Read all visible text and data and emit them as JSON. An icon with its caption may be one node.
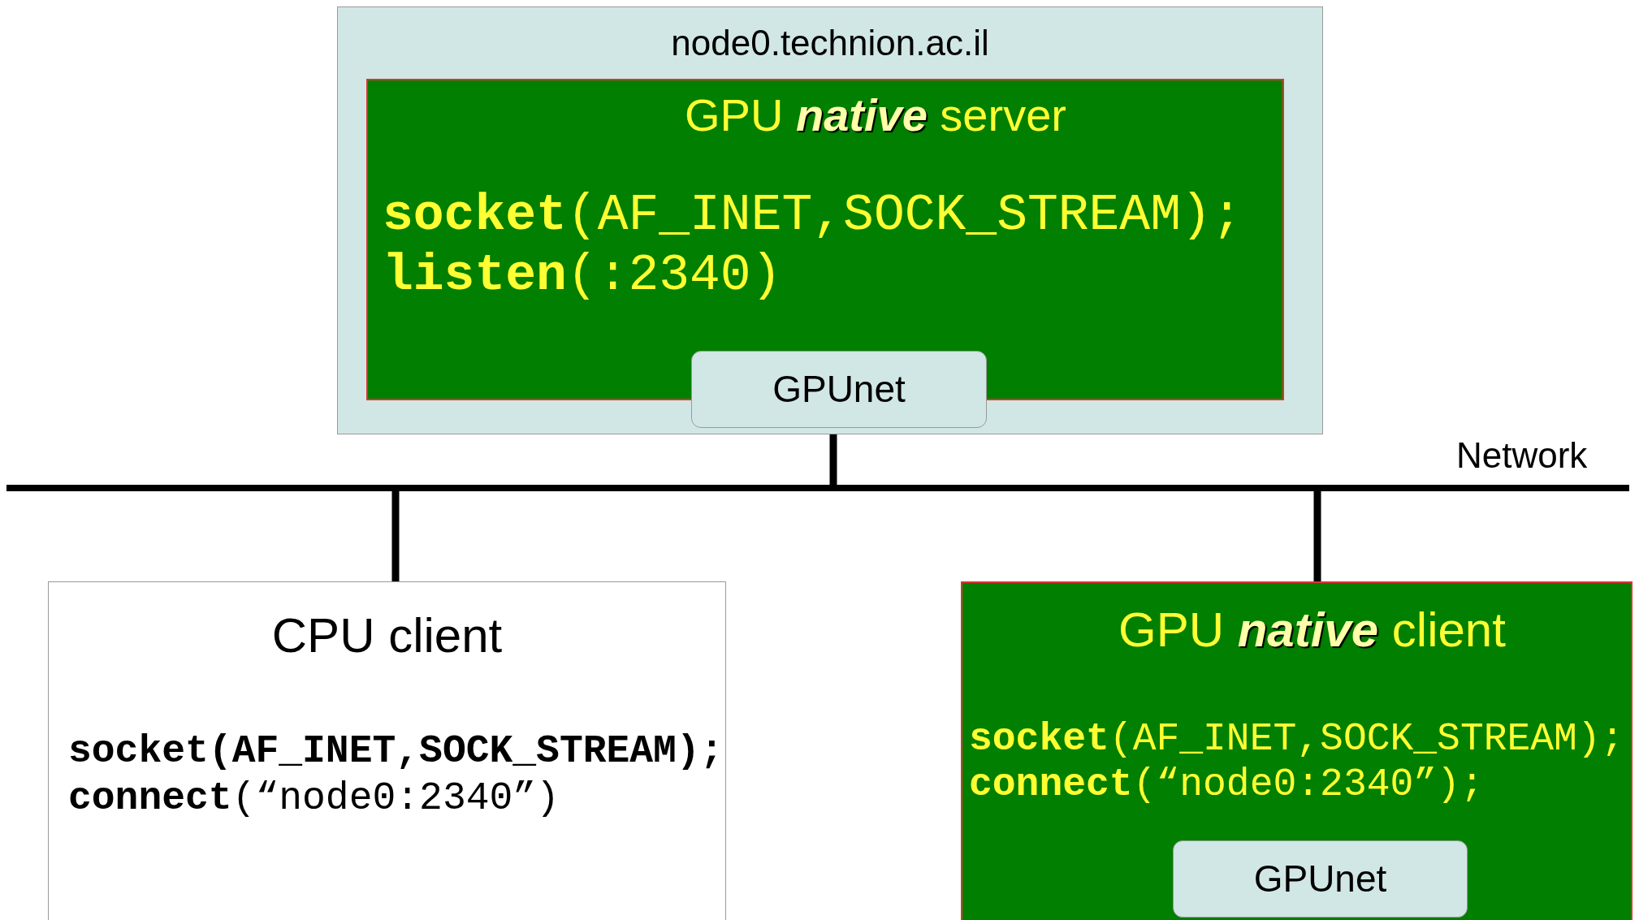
{
  "diagram": {
    "nodes": [
      {
        "text": [
          "node0.technion.ac.il"
        ]
      },
      {
        "text": [
          "GPU *native* server",
          "**socket**(AF_INET,SOCK_STREAM);",
          "**listen**(:2340)"
        ],
        "in": 0
      },
      {
        "text": [
          "GPUnet"
        ],
        "in": 0
      },
      {
        "text": [],
        "shape": "bar",
        "beside": [
          "Network"
        ]
      },
      {
        "text": [
          "CPU client",
          "**socket(AF_INET,SOCK_STREAM);**",
          "**connect**(“node0:2340”)"
        ]
      },
      {
        "text": [
          "GPU *native* client",
          "**socket**(AF_INET,SOCK_STREAM);",
          "**connect**(“node0:2340”);"
        ]
      },
      {
        "text": [
          "GPUnet"
        ],
        "in": 5
      }
    ],
    "edges": [
      {
        "from": 2,
        "to": 3,
        "arrow": "none"
      },
      {
        "from": 3,
        "to": 4,
        "arrow": "none"
      },
      {
        "from": 3,
        "to": 5,
        "arrow": "none"
      }
    ]
  }
}
